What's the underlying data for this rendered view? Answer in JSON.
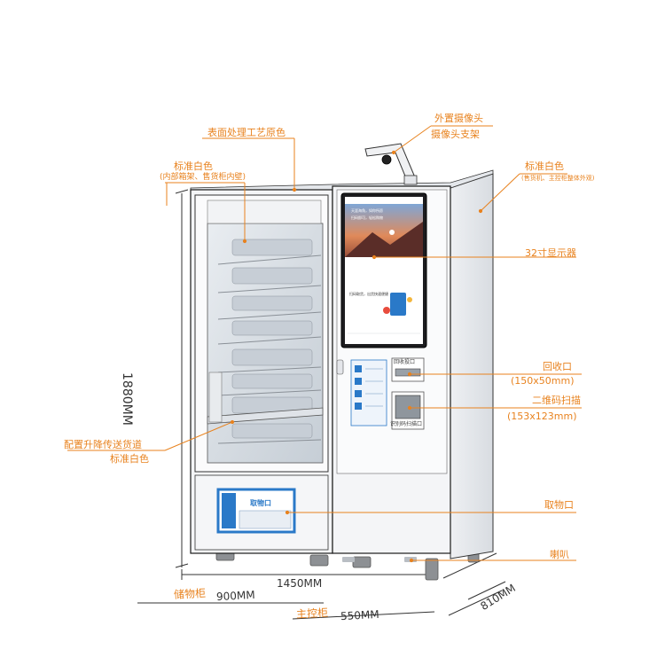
{
  "annotations": {
    "surface_treatment": "表面处理工艺原色",
    "std_white_1": "标准白色",
    "std_white_1_note": "(内部箱架、售货柜内壁)",
    "external_camera": "外置摄像头",
    "camera_bracket": "摄像头支架",
    "std_white_2": "标准白色",
    "std_white_2_note": "(售货机、主控柜整体外观)",
    "display": "32寸显示器",
    "recycle_port": "回收口",
    "recycle_size": "(150x50mm)",
    "qr_scan": "二维码扫描",
    "qr_size": "(153x123mm)",
    "lift_lane": "配置升降传送货道",
    "std_white_3": "标准白色",
    "pickup_port": "取物口",
    "speaker": "喇叭"
  },
  "dimensions": {
    "height": "1880MM",
    "width": "1450MM",
    "depth": "810MM",
    "storage_prefix": "储物柜",
    "storage_value": "900MM",
    "control_prefix": "主控柜",
    "control_value": "550MM"
  },
  "machine_labels": {
    "recycle_slot": "回收投口",
    "scan_slot": "识别码扫描口",
    "pickup_panel": "取物口",
    "screen_text_1": "天涯海角，如你所愿",
    "screen_text_2": "扫码即可，轻松购物",
    "screen_text_3": "扫码取货，出货快速便捷"
  },
  "colors": {
    "accent": "#e8821e",
    "machine_white": "#f3f4f6",
    "outline": "#1a1a1a",
    "panel_blue": "#2a79c8"
  }
}
